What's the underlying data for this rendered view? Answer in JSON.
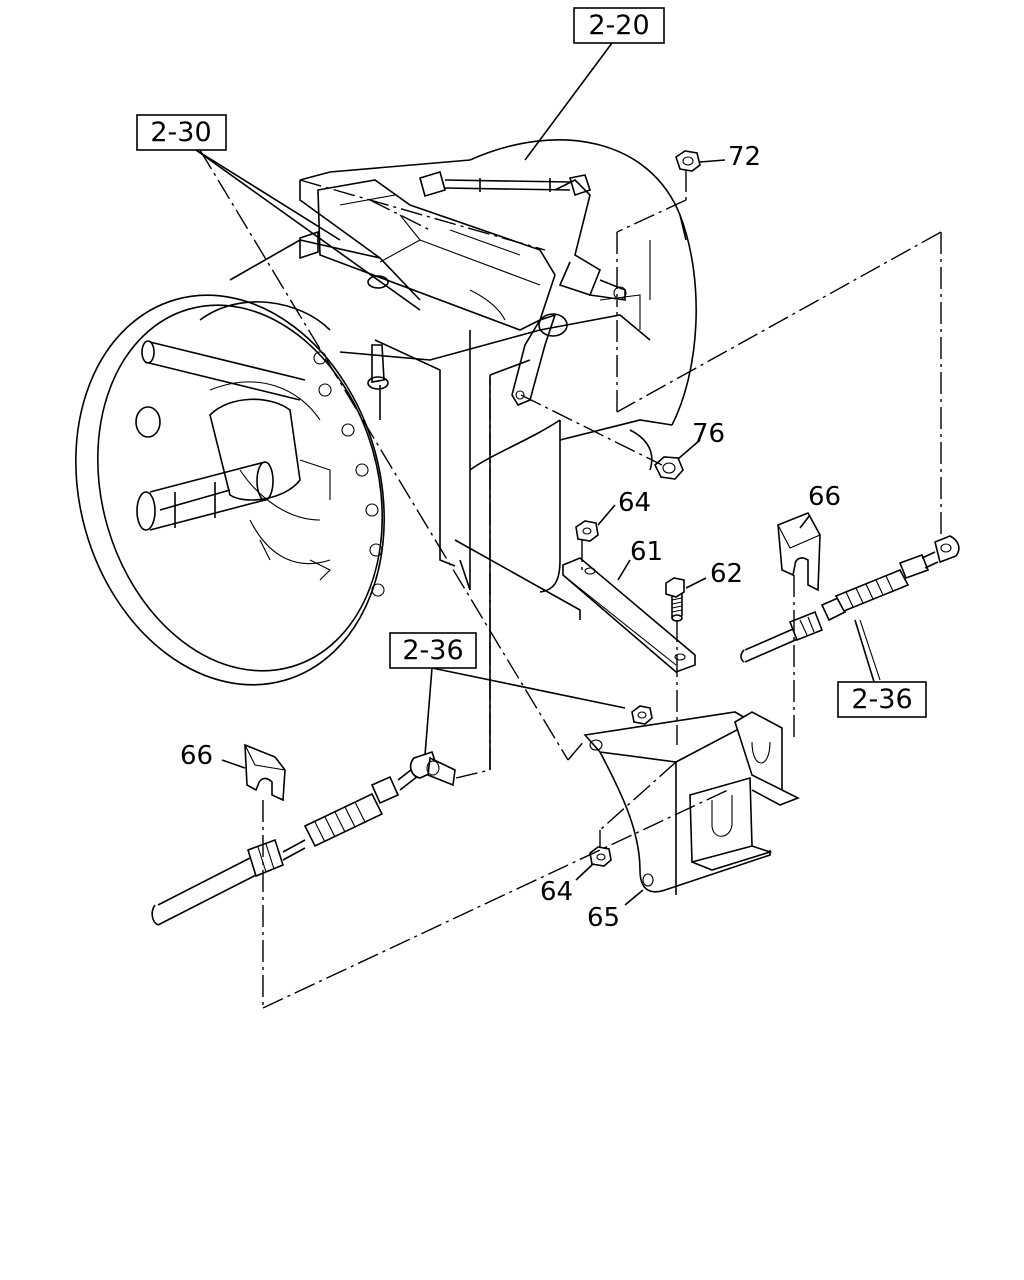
{
  "references": [
    {
      "id": "ref-2-20-top",
      "text": "2-20"
    },
    {
      "id": "ref-2-30",
      "text": "2-30"
    },
    {
      "id": "ref-2-36-left",
      "text": "2-36"
    },
    {
      "id": "ref-2-36-right",
      "text": "2-36"
    }
  ],
  "parts": [
    {
      "id": "part-72",
      "text": "72"
    },
    {
      "id": "part-76",
      "text": "76"
    },
    {
      "id": "part-64-upper",
      "text": "64"
    },
    {
      "id": "part-61",
      "text": "61"
    },
    {
      "id": "part-62",
      "text": "62"
    },
    {
      "id": "part-66-right",
      "text": "66"
    },
    {
      "id": "part-66-left",
      "text": "66"
    },
    {
      "id": "part-64-lower",
      "text": "64"
    },
    {
      "id": "part-65",
      "text": "65"
    }
  ]
}
